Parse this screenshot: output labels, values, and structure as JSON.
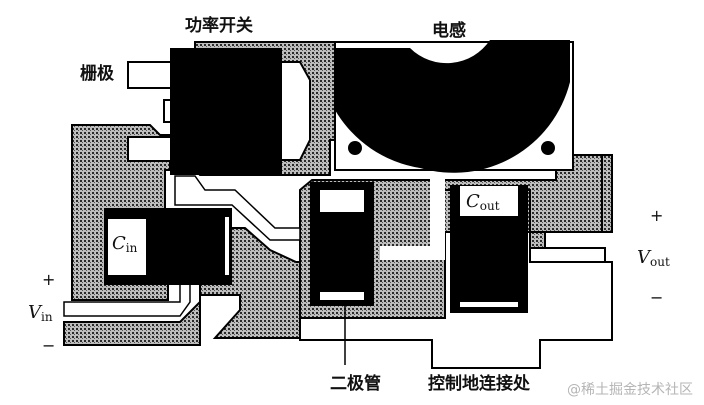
{
  "diagram": {
    "type": "pcb-layout",
    "subject": "Buck converter PCB layout",
    "colors": {
      "copper_fill": "#9a9a9a",
      "component_body": "#000000",
      "background": "#ffffff",
      "pad": "#ffffff",
      "watermark": "#b5b5b5"
    }
  },
  "labels": {
    "power_switch": "功率开关",
    "inductor": "电感",
    "gate": "栅极",
    "diode": "二极管",
    "control_ground": "控制地连接处"
  },
  "symbols": {
    "cin": {
      "main": "C",
      "sub": "in"
    },
    "cout": {
      "main": "C",
      "sub": "out"
    },
    "vin": {
      "main": "V",
      "sub": "in"
    },
    "vout": {
      "main": "V",
      "sub": "out"
    }
  },
  "polarity": {
    "vin_plus": "+",
    "vin_minus": "−",
    "vout_plus": "+",
    "vout_minus": "−"
  },
  "watermark": "@稀土掘金技术社区"
}
